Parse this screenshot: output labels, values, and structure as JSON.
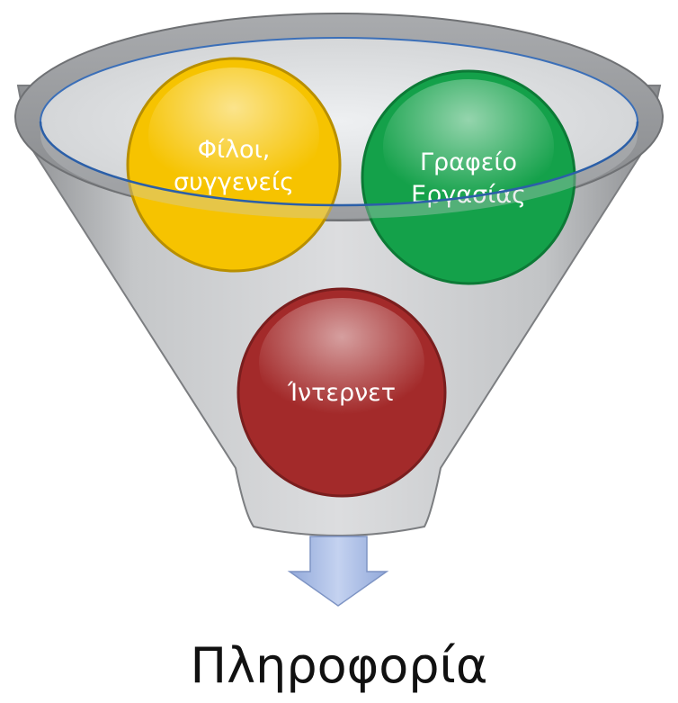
{
  "diagram": {
    "sources": [
      {
        "lines": [
          "Φίλοι,",
          "συγγενείς"
        ],
        "color": "#f6c300"
      },
      {
        "lines": [
          "Γραφείο",
          "Εργασίας"
        ],
        "color": "#14a14a"
      },
      {
        "lines": [
          "Ίντερνετ"
        ],
        "color": "#a32a2a"
      }
    ],
    "output": "Πληροφορία",
    "arrow_color": "#a8bde6"
  }
}
